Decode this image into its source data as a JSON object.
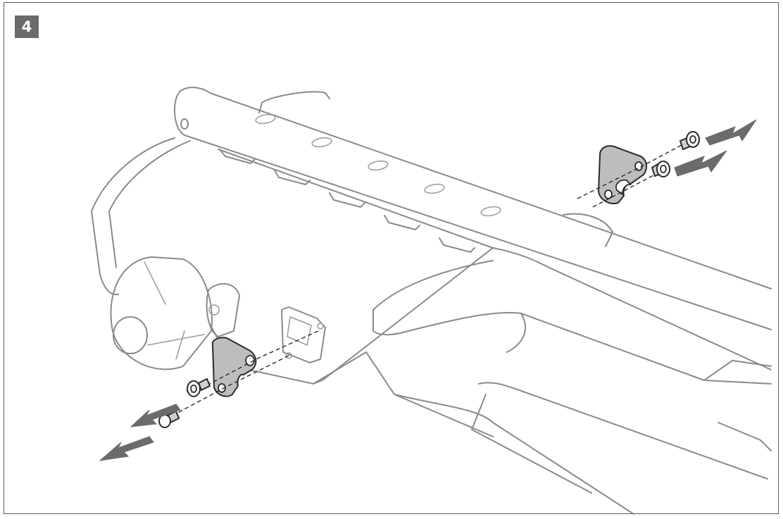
{
  "step": {
    "number": "4"
  },
  "colors": {
    "frame_outline": "#8a8a8a",
    "part_fill": "#bdbdbd",
    "part_outline": "#2a2a2a",
    "arrow_fill": "#6b6b6b",
    "badge_fill": "#6b6b6b"
  },
  "diagram": {
    "subject": "frame-rail-with-brackets",
    "arrow_count": 4,
    "screw_count": 4,
    "bracket_count": 2
  }
}
